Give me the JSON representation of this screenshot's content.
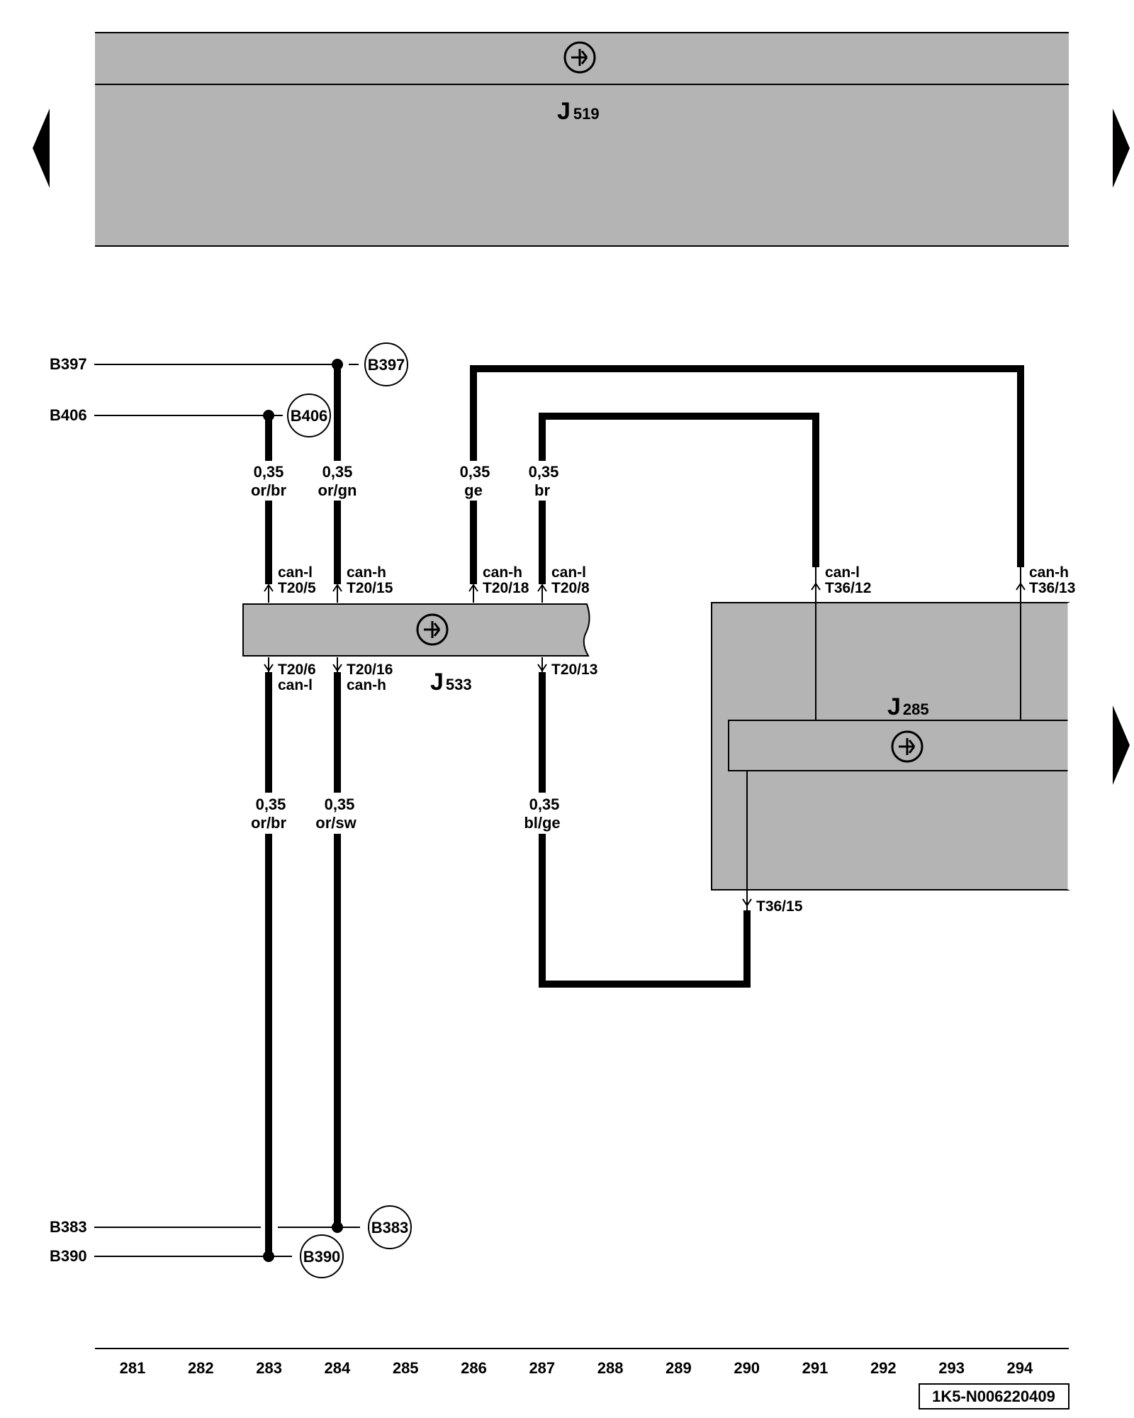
{
  "components": {
    "j519": {
      "letter": "J",
      "number": "519"
    },
    "j533": {
      "letter": "J",
      "number": "533"
    },
    "j285": {
      "letter": "J",
      "number": "285"
    }
  },
  "connectors": {
    "b397": {
      "label": "B397",
      "circle": "B397"
    },
    "b406": {
      "label": "B406",
      "circle": "B406"
    },
    "b383": {
      "label": "B383",
      "circle": "B383"
    },
    "b390": {
      "label": "B390",
      "circle": "B390"
    }
  },
  "wires": {
    "w283_top": {
      "size": "0,35",
      "color": "or/br"
    },
    "w284_top": {
      "size": "0,35",
      "color": "or/gn"
    },
    "w286_top": {
      "size": "0,35",
      "color": "ge"
    },
    "w287_top": {
      "size": "0,35",
      "color": "br"
    },
    "w283_bottom": {
      "size": "0,35",
      "color": "or/br"
    },
    "w284_bottom": {
      "size": "0,35",
      "color": "or/sw"
    },
    "w287_bottom": {
      "size": "0,35",
      "color": "bl/ge"
    }
  },
  "pins": {
    "t20_5": {
      "signal": "can-l",
      "pin": "T20/5"
    },
    "t20_15": {
      "signal": "can-h",
      "pin": "T20/15"
    },
    "t20_18": {
      "signal": "can-h",
      "pin": "T20/18"
    },
    "t20_8": {
      "signal": "can-l",
      "pin": "T20/8"
    },
    "t36_12": {
      "signal": "can-l",
      "pin": "T36/12"
    },
    "t36_13": {
      "signal": "can-h",
      "pin": "T36/13"
    },
    "t20_6": {
      "pin": "T20/6",
      "signal": "can-l"
    },
    "t20_16": {
      "pin": "T20/16",
      "signal": "can-h"
    },
    "t20_13": {
      "pin": "T20/13"
    },
    "t36_15": {
      "pin": "T36/15"
    }
  },
  "footer": {
    "columns": [
      "281",
      "282",
      "283",
      "284",
      "285",
      "286",
      "287",
      "288",
      "289",
      "290",
      "291",
      "292",
      "293",
      "294"
    ],
    "doc_code": "1K5-N006220409"
  },
  "colors": {
    "module_fill": "#b4b4b4",
    "line": "#000000",
    "background": "#ffffff"
  },
  "icons": [
    "nav-left-arrow-icon",
    "nav-right-arrow-icon",
    "control-unit-symbol-icon"
  ]
}
